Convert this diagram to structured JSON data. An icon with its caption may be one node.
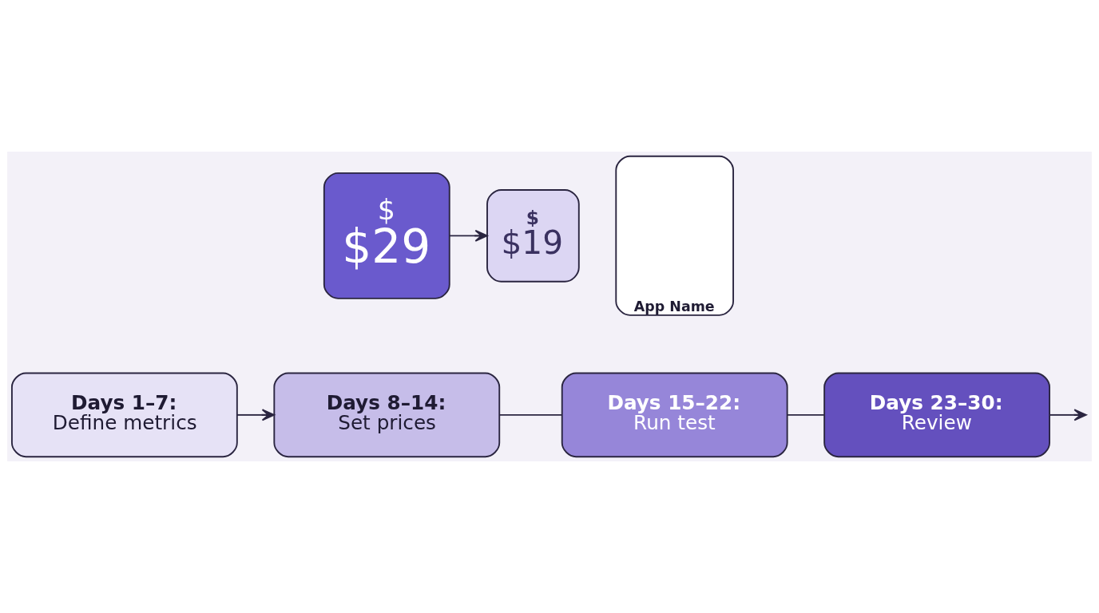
{
  "diagram": {
    "nodes": [
      {
        "text": [
          "$",
          "$29"
        ]
      },
      {
        "text": [
          "$",
          "$19"
        ]
      },
      {
        "text": [
          "App Name"
        ]
      },
      {
        "text": [
          "Days 1–7:",
          "Define metrics"
        ]
      },
      {
        "text": [
          "Days 8–14:",
          "Set prices"
        ]
      },
      {
        "text": [
          "Days 15–22:",
          "Run test"
        ]
      },
      {
        "text": [
          "Days 23–30:",
          "Review"
        ]
      }
    ],
    "edges": [
      {
        "from": 0,
        "to": 1,
        "arrow": "to"
      },
      {
        "from": 3,
        "to": 4,
        "arrow": "to"
      },
      {
        "from": 4,
        "to": 5,
        "arrow": "none"
      },
      {
        "from": 5,
        "to": 6,
        "arrow": "none"
      },
      {
        "from": 6,
        "to": null,
        "arrow": "to"
      }
    ]
  }
}
